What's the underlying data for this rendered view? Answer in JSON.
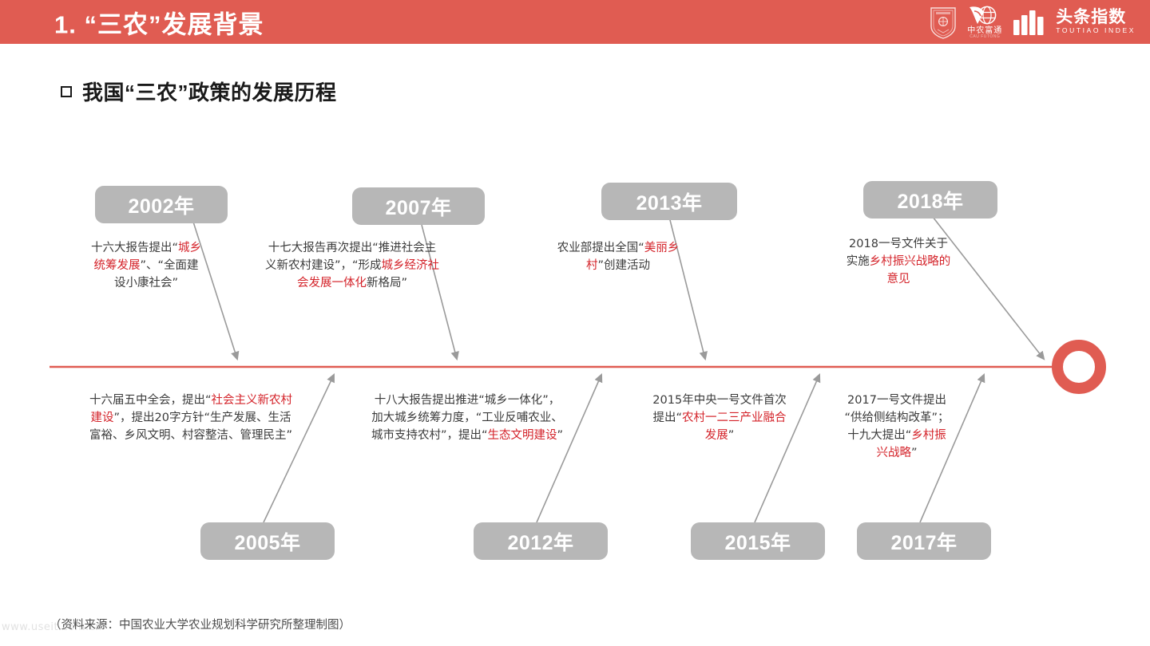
{
  "header": {
    "title": "1.  “三农”发展背景",
    "bar_color": "#e05c52",
    "logos": {
      "shield_name": "china-agricultural-university-shield",
      "zhongnong_cn": "中农富通",
      "zhongnong_en": "CAU  FUTONG",
      "toutiao_cn": "头条指数",
      "toutiao_en": "TOUTIAO INDEX"
    }
  },
  "section": {
    "heading": "我国“三农”政策的发展历程",
    "bullet_icon": "square-bullet-icon"
  },
  "timeline": {
    "line_color": "#e05c52",
    "box_color": "#b7b7b7",
    "connector_color": "#9a9a9a",
    "highlight_color": "#d4232a",
    "end_marker": "red-ring-marker"
  },
  "events_top": [
    {
      "year": "2002年",
      "text_parts": [
        {
          "t": "十六大报告提出“",
          "hl": false
        },
        {
          "t": "城乡统筹发展",
          "hl": true
        },
        {
          "t": "”、“全面建设小康社会”",
          "hl": false
        }
      ],
      "plain": "十六大报告提出“城乡统筹发展”、“全面建设小康社会”"
    },
    {
      "year": "2007年",
      "text_parts": [
        {
          "t": "十七大报告再次提出“推进社会主义新农村建设”，“形成",
          "hl": false
        },
        {
          "t": "城乡经济社会发展一体化",
          "hl": true
        },
        {
          "t": "新格局”",
          "hl": false
        }
      ],
      "plain": "十七大报告再次提出“推进社会主义新农村建设”，“形成城乡经济社会发展一体化新格局”"
    },
    {
      "year": "2013年",
      "text_parts": [
        {
          "t": "农业部提出全国“",
          "hl": false
        },
        {
          "t": "美丽乡村",
          "hl": true
        },
        {
          "t": "”创建活动",
          "hl": false
        }
      ],
      "plain": "农业部提出全国“美丽乡村”创建活动"
    },
    {
      "year": "2018年",
      "text_parts": [
        {
          "t": "2018一号文件关于实施",
          "hl": false
        },
        {
          "t": "乡村振兴战略的意见",
          "hl": true
        }
      ],
      "plain": "2018一号文件关于实施乡村振兴战略的意见"
    }
  ],
  "events_bottom": [
    {
      "year": "2005年",
      "text_parts": [
        {
          "t": "十六届五中全会，提出“",
          "hl": false
        },
        {
          "t": "社会主义新农村建设",
          "hl": true
        },
        {
          "t": "”，提出20字方针“生产发展、生活富裕、乡风文明、村容整洁、管理民主”",
          "hl": false
        }
      ],
      "plain": "十六届五中全会，提出“社会主义新农村建设”，提出20字方针“生产发展、生活富裕、乡风文明、村容整洁、管理民主”"
    },
    {
      "year": "2012年",
      "text_parts": [
        {
          "t": "十八大报告提出推进“城乡一体化”，加大城乡统筹力度，“工业反哺农业、城市支持农村”，提出“",
          "hl": false
        },
        {
          "t": "生态文明建设",
          "hl": true
        },
        {
          "t": "”",
          "hl": false
        }
      ],
      "plain": "十八大报告提出推进“城乡一体化”，加大城乡统筹力度，“工业反哺农业、城市支持农村”，提出“生态文明建设”"
    },
    {
      "year": "2015年",
      "text_parts": [
        {
          "t": "2015年中央一号文件首次提出“",
          "hl": false
        },
        {
          "t": "农村一二三产业融合发展",
          "hl": true
        },
        {
          "t": "”",
          "hl": false
        }
      ],
      "plain": "2015年中央一号文件首次提出“农村一二三产业融合发展”"
    },
    {
      "year": "2017年",
      "text_parts": [
        {
          "t": "2017一号文件提出“供给侧结构改革”；十九大提出“",
          "hl": false
        },
        {
          "t": "乡村振兴战略",
          "hl": true
        },
        {
          "t": "”",
          "hl": false
        }
      ],
      "plain": "2017一号文件提出“供给侧结构改革”；十九大提出“乡村振兴战略”"
    }
  ],
  "footer": {
    "source": "（资料来源：中国农业大学农业规划科学研究所整理制图）",
    "watermark": "www.useit.com.cn"
  }
}
